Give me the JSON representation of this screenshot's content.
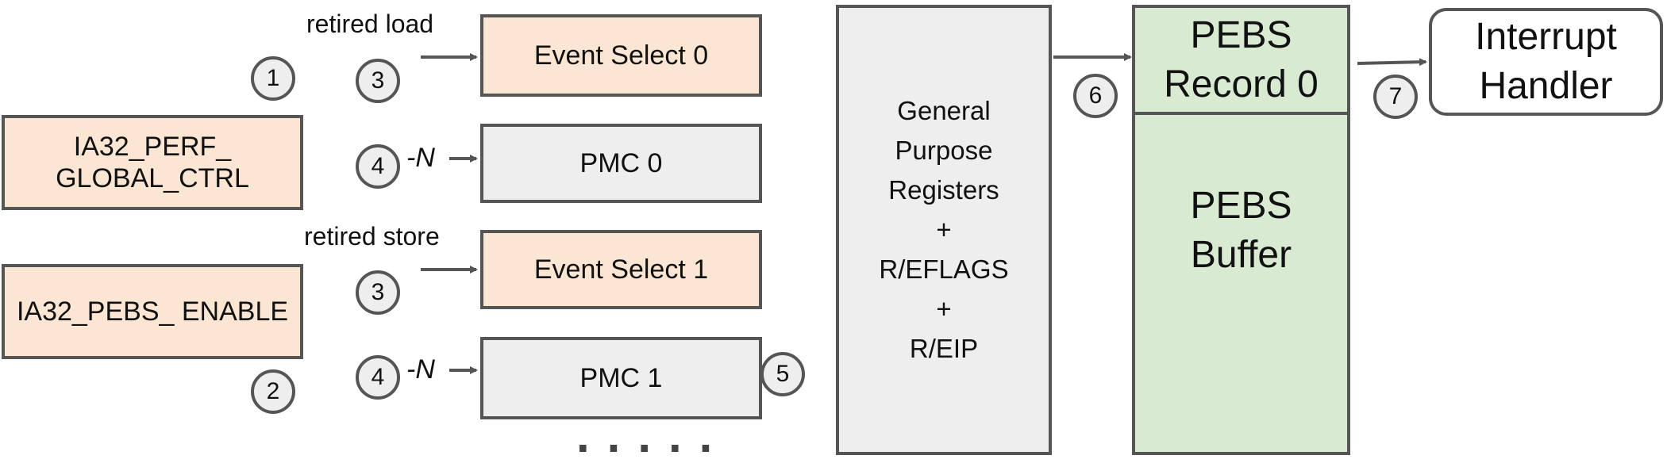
{
  "registers": {
    "global_ctrl": "IA32_PERF_\nGLOBAL_CTRL",
    "pebs_enable": "IA32_PEBS_ ENABLE"
  },
  "events": {
    "load_label": "retired load",
    "store_label": "retired store",
    "event_select_0": "Event Select 0",
    "event_select_1": "Event Select 1",
    "pmc_0": "PMC 0",
    "pmc_1": "PMC 1",
    "neg_n": "-N",
    "ellipsis": "....."
  },
  "gpr": {
    "title": "General\nPurpose\nRegisters\n+\nR/EFLAGS\n+\nR/EIP"
  },
  "pebs": {
    "record": "PEBS\nRecord 0",
    "buffer": "PEBS\nBuffer"
  },
  "handler": "Interrupt\nHandler",
  "steps": [
    "1",
    "2",
    "3",
    "3",
    "4",
    "4",
    "5",
    "6",
    "7"
  ],
  "colors": {
    "orange_fill": "#fbe5d3",
    "gray_fill": "#eeeeee",
    "green_fill": "#d8ead1",
    "stroke": "#555555"
  }
}
